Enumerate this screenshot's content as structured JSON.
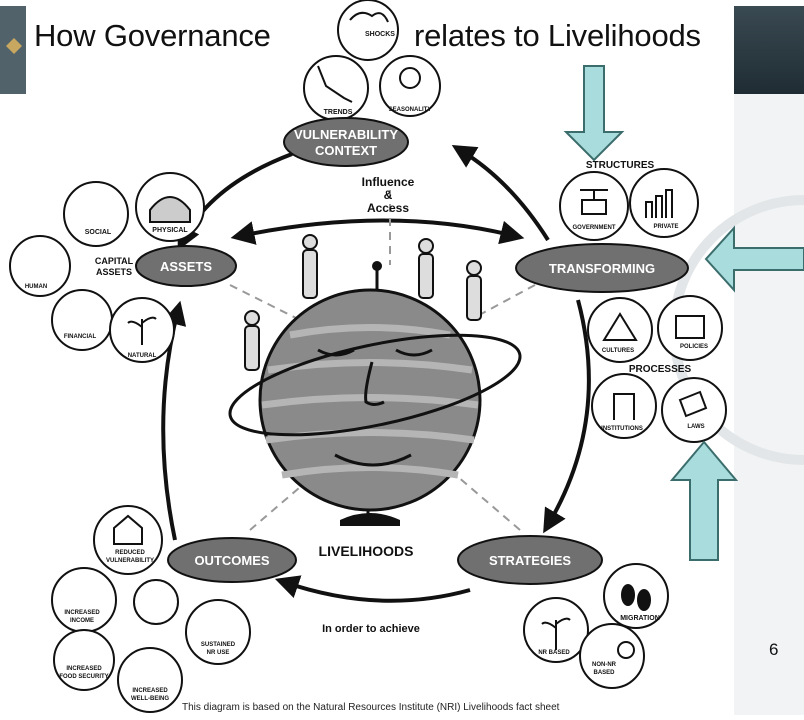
{
  "slide": {
    "title_left": "How Governance",
    "title_right": "relates to Livelihoods",
    "slide_number": "6",
    "footnote": "This diagram is based on the Natural Resources Institute (NRI) Livelihoods fact sheet"
  },
  "diagram": {
    "center_label": "LIVELIHOODS",
    "vulnerability": {
      "line1": "VULNERABILITY",
      "line2": "CONTEXT",
      "items": [
        "SHOCKS",
        "TRENDS",
        "SEASONALITY"
      ]
    },
    "influence": {
      "line1": "Influence",
      "line2": "&",
      "line3": "Access"
    },
    "assets": {
      "label": "ASSETS",
      "capital_line1": "CAPITAL",
      "capital_line2": "ASSETS",
      "items": [
        "SOCIAL",
        "PHYSICAL",
        "HUMAN",
        "FINANCIAL",
        "NATURAL"
      ]
    },
    "transforming": {
      "label": "TRANSFORMING",
      "structures_label": "STRUCTURES",
      "structures": [
        "GOVERNMENT",
        "PRIVATE"
      ],
      "processes_label": "PROCESSES",
      "processes": [
        "CULTURES",
        "POLICIES",
        "INSTITUTIONS",
        "LAWS"
      ]
    },
    "strategies": {
      "label": "STRATEGIES",
      "items": [
        "NR BASED",
        "MIGRATION"
      ],
      "non_nr_line1": "NON-NR",
      "non_nr_line2": "BASED"
    },
    "outcomes": {
      "label": "OUTCOMES",
      "reduced_line1": "REDUCED",
      "reduced_line2": "VULNERABILITY",
      "income_line1": "INCREASED",
      "income_line2": "INCOME",
      "food_line1": "INCREASED",
      "food_line2": "FOOD SECURITY",
      "wellbeing_line1": "INCREASED",
      "wellbeing_line2": "WELL-BEING",
      "nruse_line1": "SUSTAINED",
      "nruse_line2": "NR USE"
    },
    "achieve_label": "In order to achieve"
  },
  "colors": {
    "oval_fill": "#707070",
    "oval_text": "#ffffff",
    "arrow_fill": "#a9dcdc",
    "arrow_stroke": "#3c6d6d",
    "band": "#2c3b44",
    "globe": "#888888"
  }
}
